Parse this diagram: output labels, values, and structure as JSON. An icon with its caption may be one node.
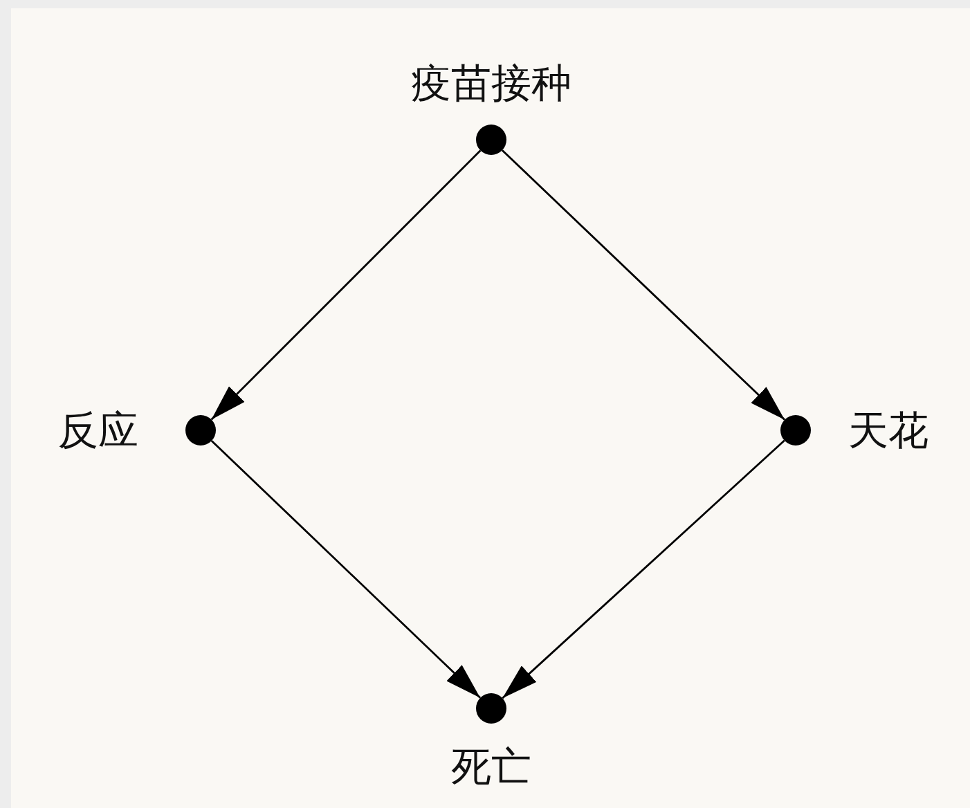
{
  "diagram": {
    "nodes": [
      {
        "text": [
          "疫苗接种"
        ]
      },
      {
        "text": [
          "反应"
        ]
      },
      {
        "text": [
          "天花"
        ]
      },
      {
        "text": [
          "死亡"
        ]
      }
    ],
    "edges": [
      {
        "from": 0,
        "to": 1,
        "arrow": "to"
      },
      {
        "from": 0,
        "to": 2,
        "arrow": "to"
      },
      {
        "from": 1,
        "to": 3,
        "arrow": "to"
      },
      {
        "from": 2,
        "to": 3,
        "arrow": "to"
      }
    ]
  }
}
